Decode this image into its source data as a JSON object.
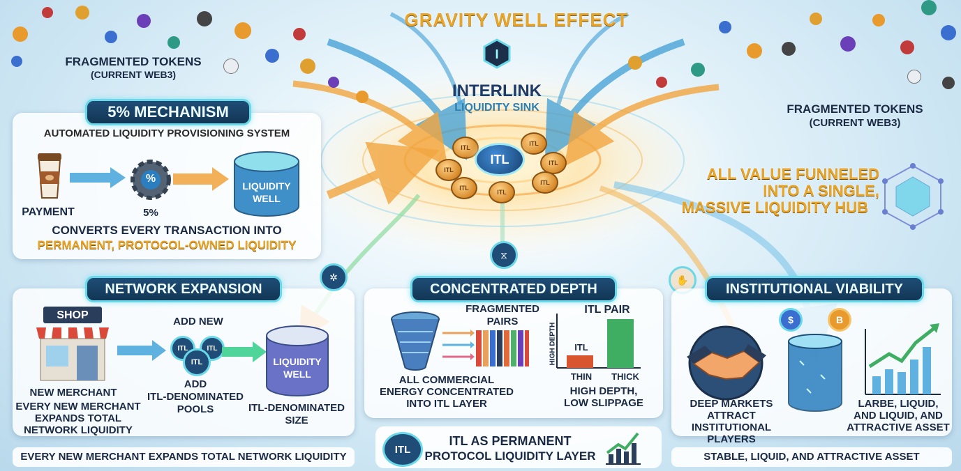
{
  "header": {
    "title": "GRAVITY WELL EFFECT",
    "sink_title": "INTERLINK",
    "sink_subtitle": "LIQUIDITY SINK",
    "center_coin": "ITL"
  },
  "fragmented_left": {
    "line1": "FRAGMENTED TOKENS",
    "line2": "(CURRENT WEB3)"
  },
  "fragmented_right": {
    "line1": "FRAGMENTED TOKENS",
    "line2": "(CURRENT WEB3)"
  },
  "hub_text": {
    "line1": "ALL VALUE FUNNELED",
    "line2": "INTO A SINGLE,",
    "line3": "MASSIVE LIQUIDITY HUB"
  },
  "mechanism": {
    "title": "5% MECHANISM",
    "subtitle": "AUTOMATED LIQUIDITY PROVISIONING SYSTEM",
    "payment_label": "PAYMENT",
    "gear_symbol": "%",
    "gear_label": "5%",
    "well_line1": "LIQUIDITY",
    "well_line2": "WELL",
    "caption_line1": "CONVERTS EVERY TRANSACTION INTO",
    "caption_line2": "PERMANENT, PROTOCOL-OWNED LIQUIDITY"
  },
  "network": {
    "title": "NETWORK EXPANSION",
    "shop_sign": "SHOP",
    "add_new": "ADD NEW",
    "coin_label": "ITL",
    "add_line1": "ADD",
    "add_line2": "ITL-DENOMINATED",
    "add_line3": "POOLS",
    "well_line1": "LIQUIDITY",
    "well_line2": "WELL",
    "merchant_label": "NEW MERCHANT",
    "merchant_line1": "EVERY NEW MERCHANT",
    "merchant_line2": "EXPANDS TOTAL",
    "merchant_line3": "NETWORK LIQUIDITY",
    "size_line1": "ITL-DENOMINATED",
    "size_line2": "SIZE"
  },
  "depth": {
    "title": "CONCENTRATED DEPTH",
    "fragmented_line1": "FRAGMENTED",
    "fragmented_line2": "PAIRS",
    "itl_pair": "ITL PAIR",
    "itl_small": "ITL",
    "axis_label": "HIGH DEPTH",
    "thin": "THIN",
    "thick": "THICK",
    "energy_line1": "ALL COMMERCIAL",
    "energy_line2": "ENERGY CONCENTRATED",
    "energy_line3": "INTO ITL LAYER",
    "depth_line1": "HIGH DEPTH,",
    "depth_line2": "LOW SLIPPAGE"
  },
  "institutional": {
    "title": "INSTITUTIONAL VIABILITY",
    "coin_dollar": "$",
    "coin_b": "B",
    "deep_line1": "DEEP MARKETS",
    "deep_line2": "ATTRACT",
    "deep_line3": "INSTITUTIONAL PLAYERS",
    "asset_line1": "LARBE, LIQUID,",
    "asset_line2": "AND LIQUID, AND",
    "asset_line3": "ATTRACTIVE ASSET"
  },
  "footer": {
    "left": "EVERY NEW MERCHANT EXPANDS TOTAL NETWORK LIQUIDITY",
    "center_coin": "ITL",
    "center_line1": "ITL AS PERMANENT",
    "center_line2": "PROTOCOL LIQUIDITY LAYER",
    "right": "STABLE, LIQUID, AND ATTRACTIVE ASSET"
  },
  "colors": {
    "accent_cyan": "#6ad8e8",
    "panel_navy": "#1f4d77",
    "gold": "#e7a52a",
    "orange_arrow": "#f2a640",
    "blue_arrow": "#3f9fd6"
  }
}
